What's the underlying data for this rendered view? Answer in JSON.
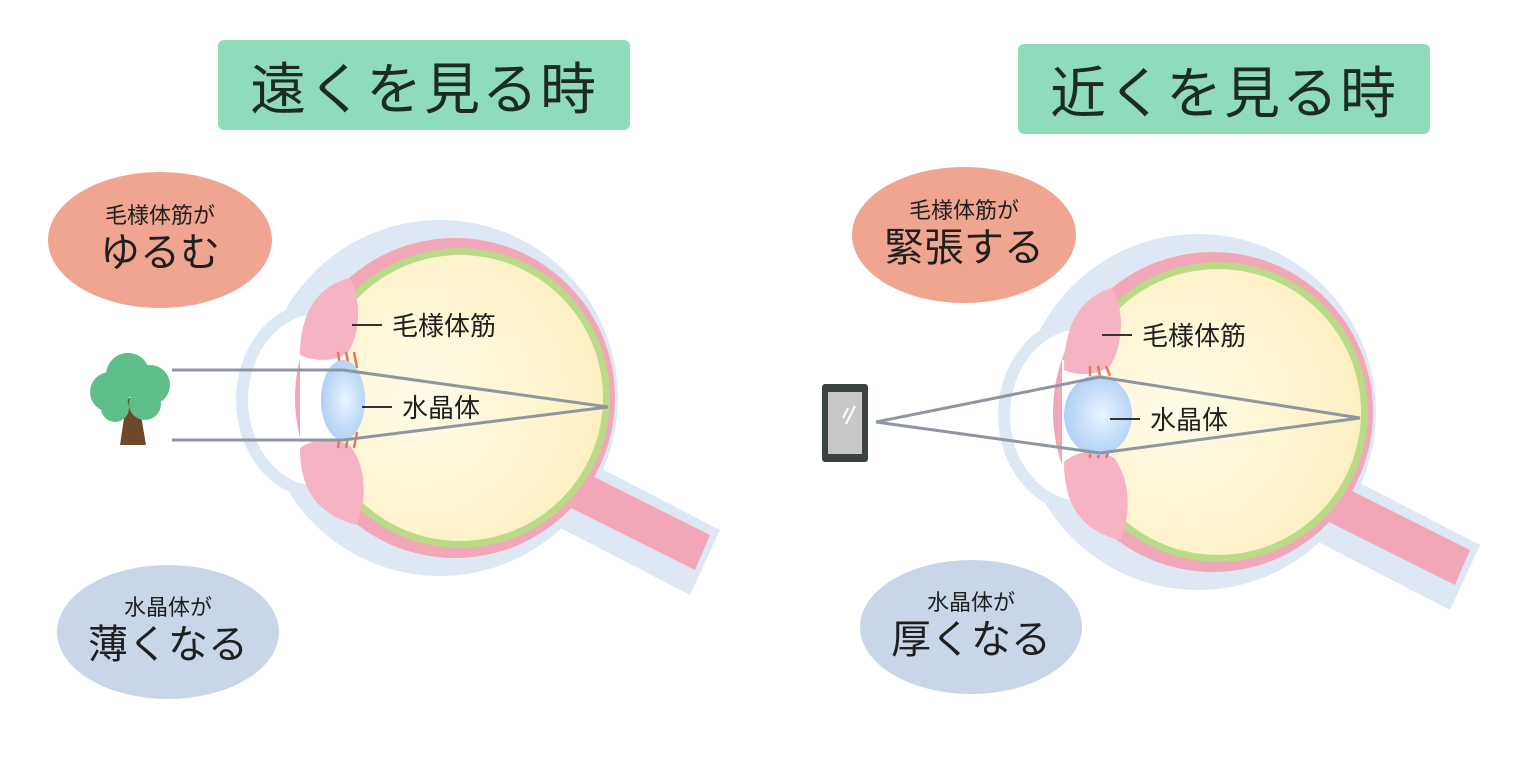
{
  "colors": {
    "title_bg": "#8edcbb",
    "bubble_muscle": "#f0a590",
    "bubble_lens": "#c9d6e8",
    "eye_outer": "#dde8f4",
    "eye_pink": "#f2a7b8",
    "eye_green": "#b9da86",
    "vitreous": "#fcefbf",
    "lens": "#a9ccf4",
    "ray": "#8e96a0",
    "fiber": "#e07a5f",
    "tree_leaf": "#5fbf8a",
    "tree_trunk": "#6e4a2a",
    "phone_frame": "#3b433f",
    "phone_screen": "#c7c7c7"
  },
  "panels": {
    "far": {
      "title": "遠くを見る時",
      "muscle_bubble": {
        "small": "毛様体筋が",
        "big": "ゆるむ"
      },
      "lens_bubble": {
        "small": "水晶体が",
        "big": "薄くなる"
      },
      "label_muscle": "毛様体筋",
      "label_lens": "水晶体",
      "object_icon": "tree-icon"
    },
    "near": {
      "title": "近くを見る時",
      "muscle_bubble": {
        "small": "毛様体筋が",
        "big": "緊張する"
      },
      "lens_bubble": {
        "small": "水晶体が",
        "big": "厚くなる"
      },
      "label_muscle": "毛様体筋",
      "label_lens": "水晶体",
      "object_icon": "smartphone-icon"
    }
  }
}
